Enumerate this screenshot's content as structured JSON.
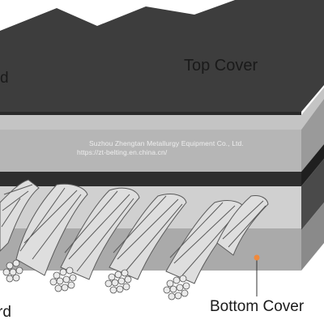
{
  "labels": {
    "top_cover": "Top Cover",
    "bottom_cover": "Bottom Cover",
    "cord_fragment": "rd",
    "cord_fragment_upper": "d"
  },
  "watermark": {
    "company": "Suzhou Zhengtan Metallurgy Equipment Co., Ltd.",
    "url": "https://zt-belting.en.china.cn/"
  },
  "colors": {
    "top_cover": "#3d3d3d",
    "top_cover_edge": "#2a2a2a",
    "grey_layer": "#b9b9b9",
    "grey_layer_side": "#9a9a9a",
    "dark_layer": "#2e2e2e",
    "bottom_layer": "#a8a8a8",
    "cable": "#d9d9d9",
    "cable_stroke": "#555555",
    "pointer_dot": "#f08a3c"
  }
}
